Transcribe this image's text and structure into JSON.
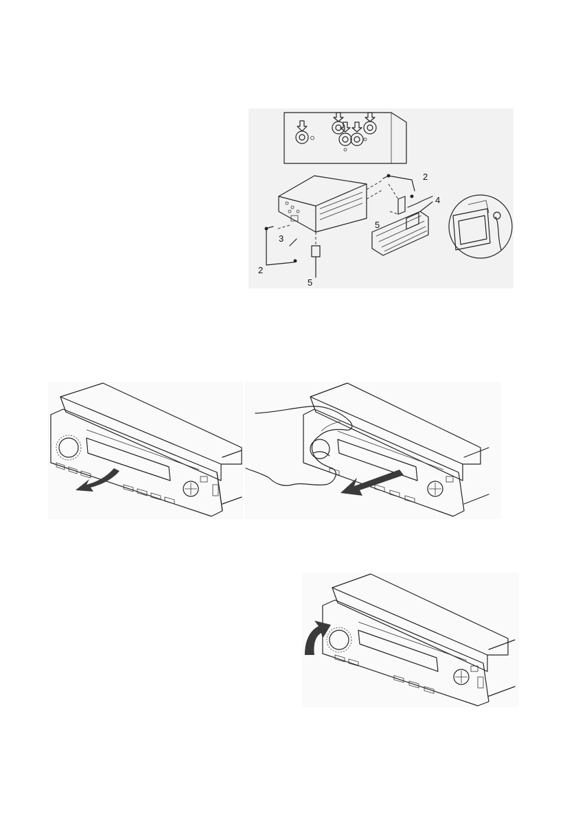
{
  "figure_install": {
    "callouts": {
      "screw_top": "2",
      "screw_bottom": "2",
      "connector": "3",
      "sleeve": "4",
      "bracket_top": "5",
      "bracket_bottom": "5"
    }
  },
  "colors": {
    "line": "#222222",
    "arrow": "#3a3a3a",
    "panel_fill": "#f4f4f4"
  }
}
